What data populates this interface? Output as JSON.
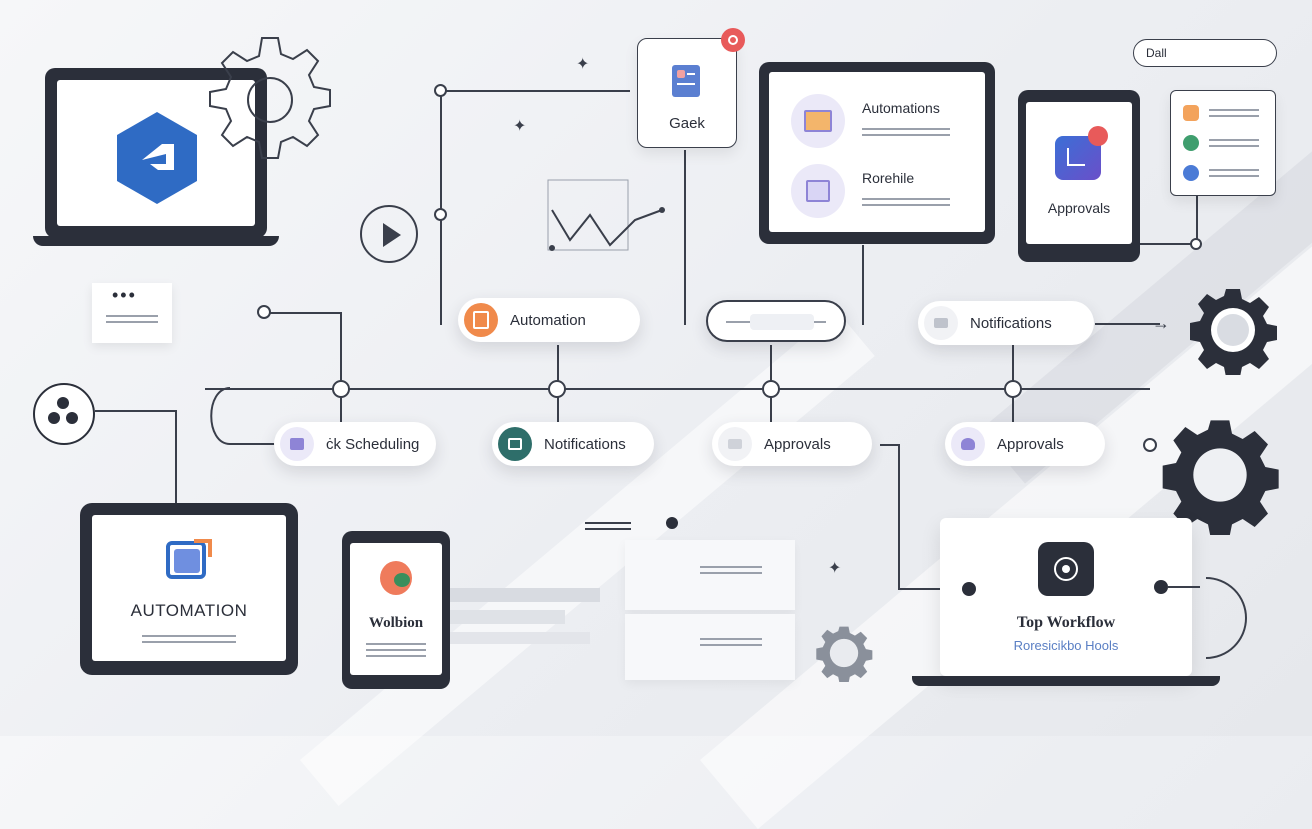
{
  "search": {
    "value": "Dall"
  },
  "top_card": {
    "label": "Gaek"
  },
  "monitor": {
    "items": [
      "Automations",
      "Rorehile"
    ]
  },
  "tablet_right": {
    "label": "Approvals"
  },
  "pills_top": [
    "Automation",
    "Notifications"
  ],
  "pills_mid": [
    "ċk Scheduling",
    "Notifications",
    "Approvals",
    "Approvals"
  ],
  "tablet_left": {
    "label": "AUTOMATION"
  },
  "phone": {
    "label": "Wolbion"
  },
  "workflow": {
    "title": "Top Workflow",
    "subtitle": "Roresicikbo Hools"
  },
  "colors": {
    "accent_blue": "#2f6bc4",
    "orange": "#f08a4b",
    "teal": "#2e6e6a",
    "lavender": "#8e84d6",
    "dark": "#2b2f3a",
    "notification_red": "#e85a5a"
  },
  "icons": [
    "hexagon-logo-icon",
    "gear-icon",
    "play-icon",
    "chat-bubble-icon",
    "share-icon",
    "bell-icon",
    "calendar-icon",
    "chart-icon",
    "image-icon"
  ]
}
